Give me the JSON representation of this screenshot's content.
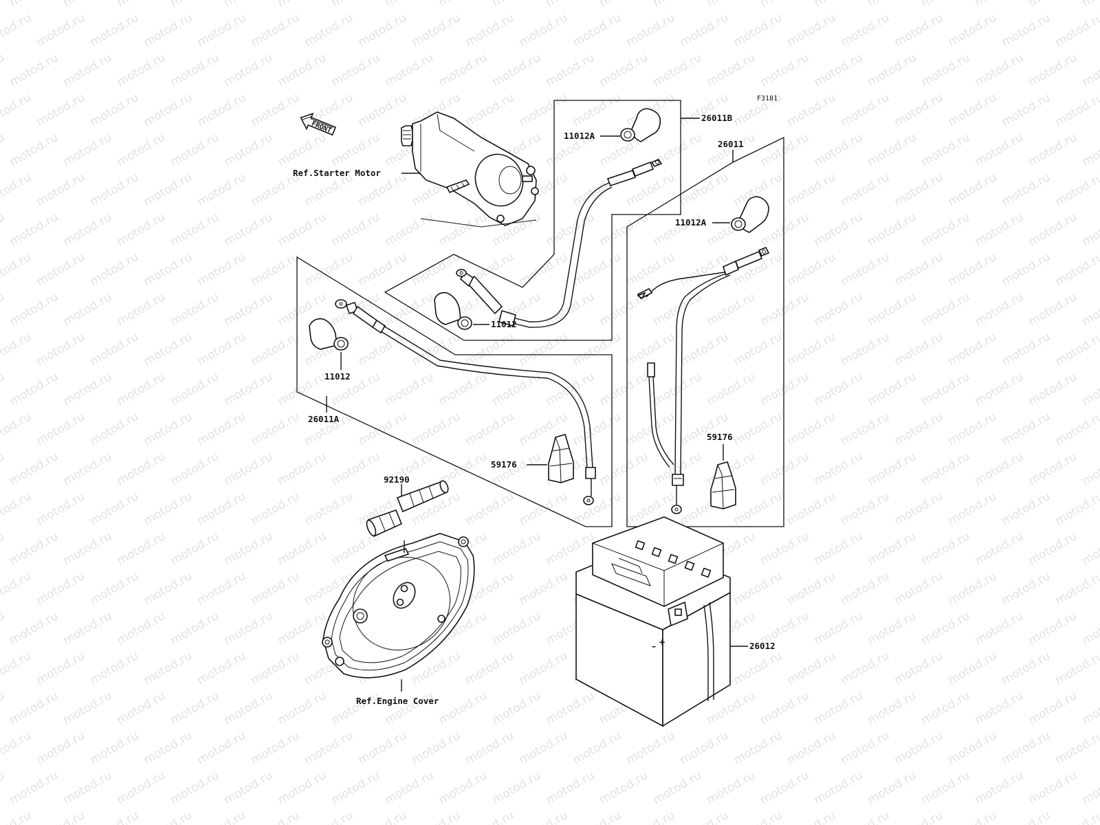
{
  "watermark": "motod.ru",
  "figure_code": "F3181",
  "front_label": "FRONT",
  "labels": {
    "starter_motor": "Ref.Starter Motor",
    "p26011B": "26011B",
    "p11012A_top": "11012A",
    "p26011": "26011",
    "p11012A_right": "11012A",
    "p11012_mid": "11012",
    "p11012_left": "11012",
    "p26011A": "26011A",
    "p59176_left": "59176",
    "p59176_right": "59176",
    "p92190": "92190",
    "p26012": "26012",
    "engine_cover": "Ref.Engine Cover"
  },
  "battery_terminals": {
    "negative": "–",
    "positive": "+"
  }
}
